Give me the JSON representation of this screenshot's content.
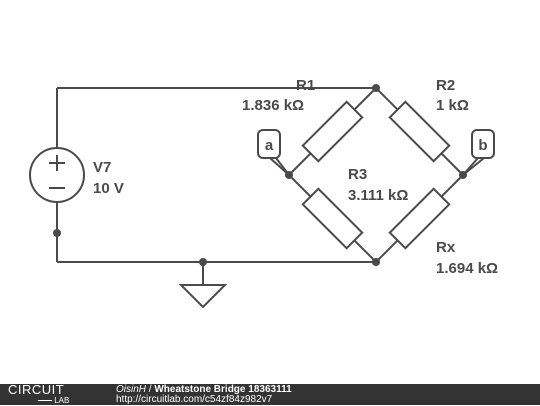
{
  "circuit": {
    "source": {
      "name": "V7",
      "value": "10 V"
    },
    "r1": {
      "name": "R1",
      "value": "1.836 kΩ"
    },
    "r2": {
      "name": "R2",
      "value": "1 kΩ"
    },
    "r3": {
      "name": "R3",
      "value": "3.111 kΩ"
    },
    "rx": {
      "name": "Rx",
      "value": "1.694 kΩ"
    },
    "probe_a": "a",
    "probe_b": "b",
    "colors": {
      "wire": "#4a4a4a",
      "footer": "#333333",
      "background": "#ffffff"
    }
  },
  "footer": {
    "logo_top": "CIRCUIT",
    "logo_bottom": "LAB",
    "author": "OisinH",
    "separator": " / ",
    "title": "Wheatstone Bridge 18363111",
    "url": "http://circuitlab.com/c54zf84z982v7"
  }
}
